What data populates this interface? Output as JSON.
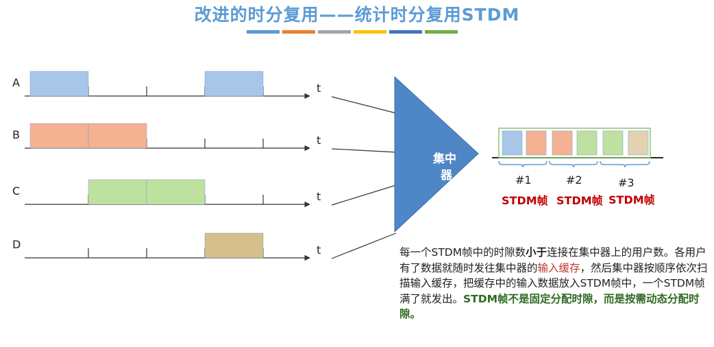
{
  "title": "改进的时分复用——统计时分复用STDM",
  "accent_colors": [
    "#5b9bd5",
    "#ed7d31",
    "#a5a5a5",
    "#ffc000",
    "#4472c4",
    "#70ad47"
  ],
  "users": [
    {
      "label": "A",
      "axis": "t",
      "slots": [
        {
          "slot": 0,
          "color": "#a9c6e8"
        },
        {
          "slot": 3,
          "color": "#a9c6e8"
        }
      ]
    },
    {
      "label": "B",
      "axis": "t",
      "slots": [
        {
          "slot": 0,
          "color": "#f4b293"
        },
        {
          "slot": 1,
          "color": "#f4b293"
        }
      ]
    },
    {
      "label": "C",
      "axis": "t",
      "slots": [
        {
          "slot": 1,
          "color": "#bfe19f"
        },
        {
          "slot": 2,
          "color": "#bfe19f"
        }
      ]
    },
    {
      "label": "D",
      "axis": "t",
      "slots": [
        {
          "slot": 3,
          "color": "#d5bf8a"
        }
      ]
    }
  ],
  "concentrator_label": [
    "集中",
    "器"
  ],
  "frame_cells": [
    "#a9c6e8",
    "#f4b293",
    "#f4b293",
    "#bfe19f",
    "#bfe19f",
    "#e3d2b1"
  ],
  "frames": [
    {
      "index": "#1",
      "label": "STDM帧"
    },
    {
      "index": "#2",
      "label": "STDM帧"
    },
    {
      "index": "#3",
      "label": "STDM帧"
    }
  ],
  "description": {
    "p1": "每一个STDM帧中的时隙数",
    "p2": "小于",
    "p3": "连接在集中器上的用户数。各用户有了数据就随时发往集中器的",
    "p4": "输入缓存",
    "p5": "，然后集中器按顺序依次扫描输入缓存，把缓存中的输入数据放入STDM帧中，一个STDM帧满了就发出。",
    "p6": "STDM帧不是固定分配时隙，而是按需动态分配时隙。"
  }
}
